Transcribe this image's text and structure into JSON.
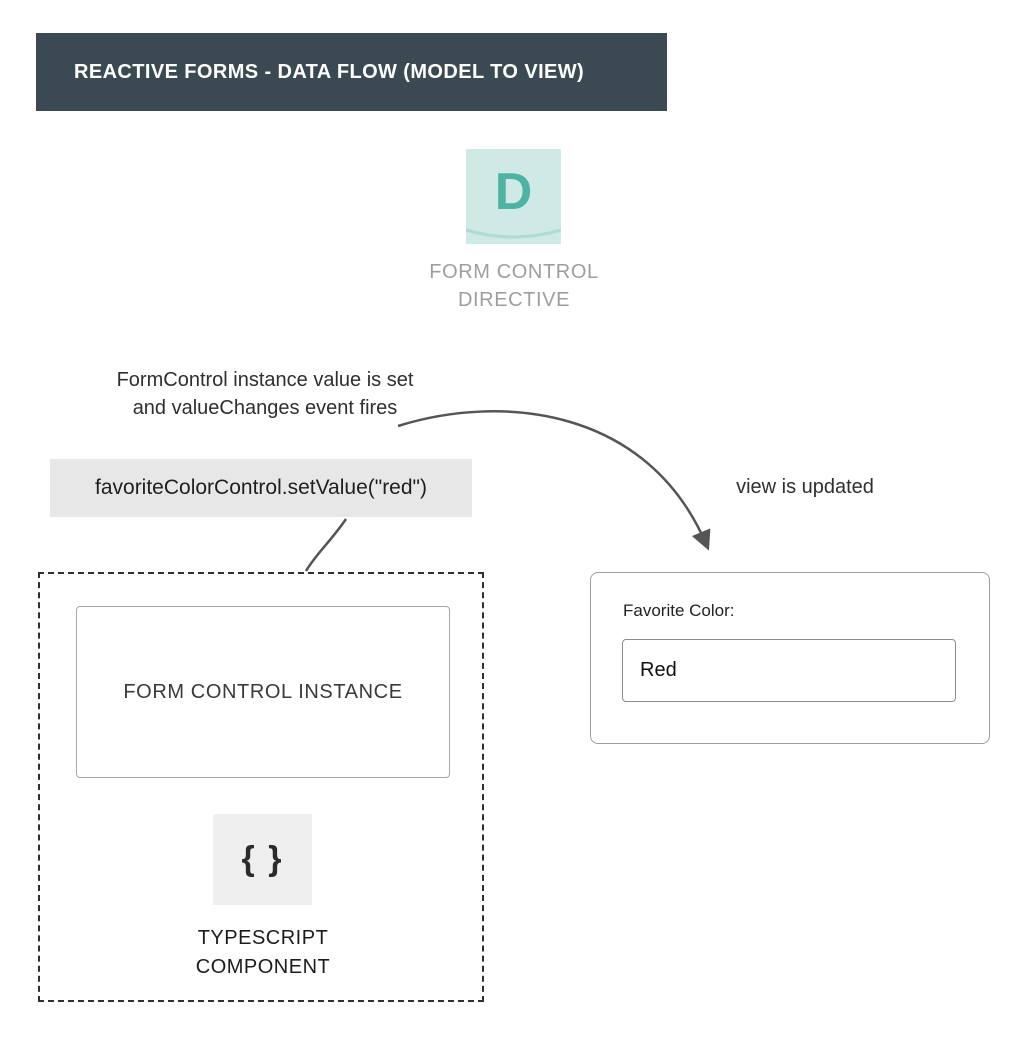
{
  "header": {
    "title": "REACTIVE FORMS - DATA FLOW (MODEL TO VIEW)"
  },
  "directive": {
    "letter": "D",
    "label_line1": "FORM CONTROL",
    "label_line2": "DIRECTIVE"
  },
  "flow": {
    "event_text_line1": "FormControl instance value is set",
    "event_text_line2": "and valueChanges event fires",
    "code": "favoriteColorControl.setValue(\"red\")",
    "view_updated": "view is updated"
  },
  "component": {
    "instance_label": "FORM CONTROL INSTANCE",
    "braces": "{ }",
    "label_line1": "TYPESCRIPT",
    "label_line2": "COMPONENT"
  },
  "form_view": {
    "field_label": "Favorite Color:",
    "field_value": "Red"
  },
  "colors": {
    "header_bg": "#3b4a52",
    "header_fg": "#ffffff",
    "icon_bg": "#cfeae4",
    "icon_letter": "#4fb3a3",
    "muted_label": "#9e9e9e",
    "code_bg": "#e7e7e7",
    "arrow": "#555555"
  }
}
